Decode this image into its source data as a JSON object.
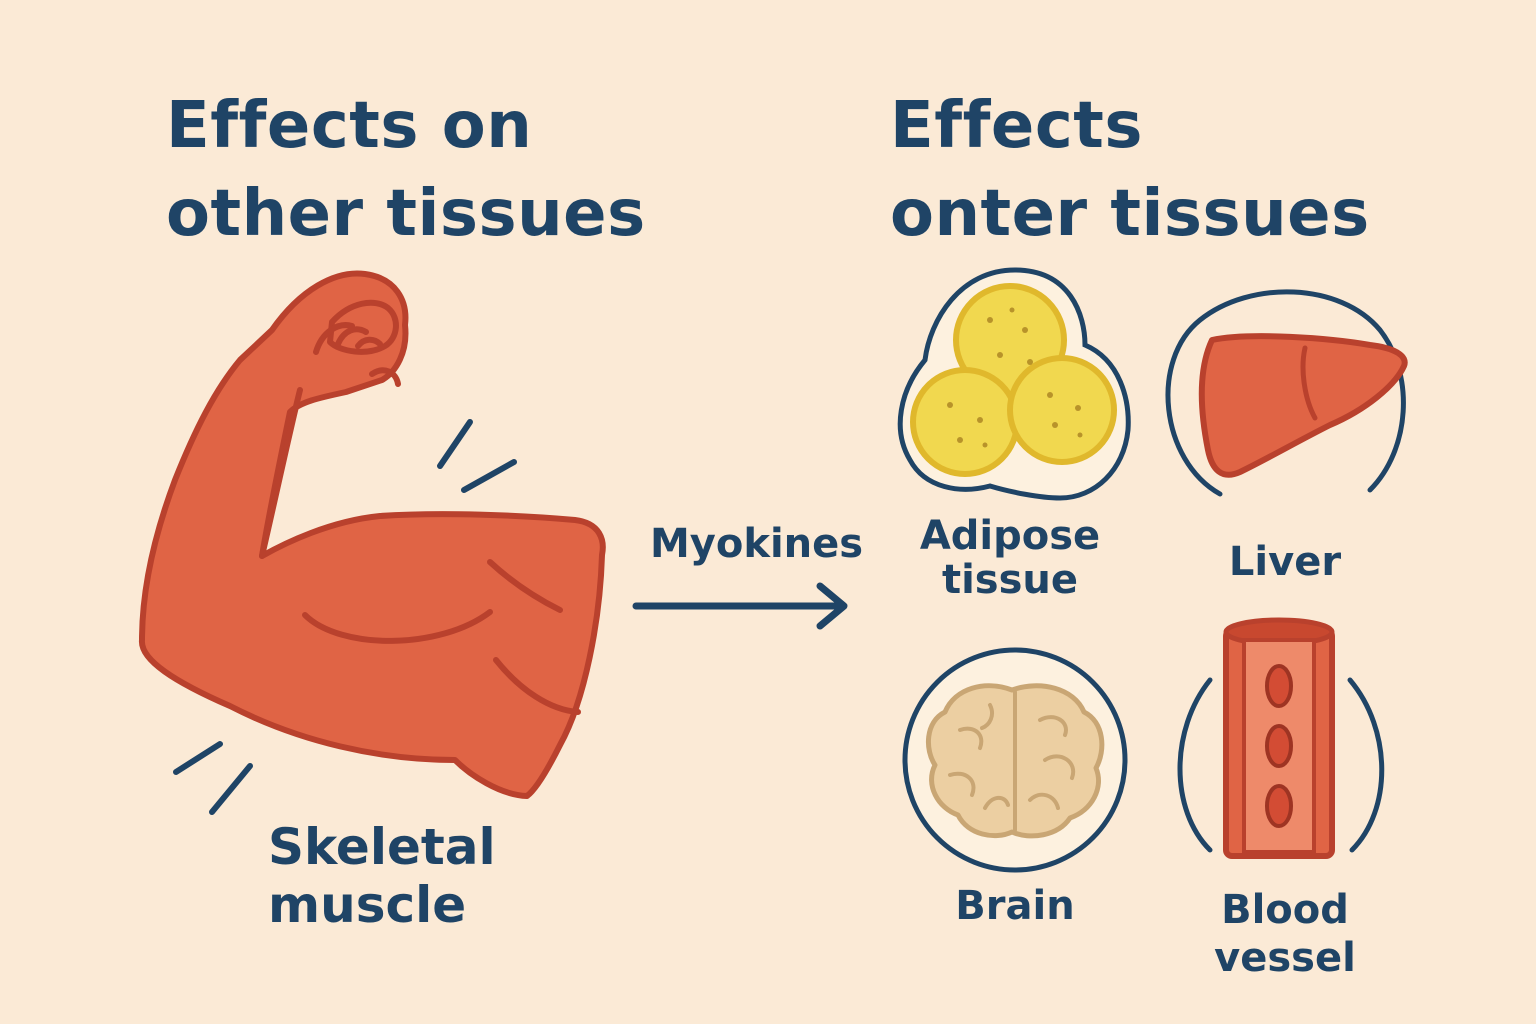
{
  "headings": {
    "left": [
      "Effects on",
      "other tissues"
    ],
    "right": [
      "Effects",
      "onter tissues"
    ]
  },
  "muscle": {
    "label": [
      "Skeletal",
      "muscle"
    ]
  },
  "arrow": {
    "label": "Myokines"
  },
  "targets": {
    "adipose": [
      "Adipose",
      "tissue"
    ],
    "liver": "Liver",
    "brain": "Brain",
    "vessel": [
      "Blood",
      "vessel"
    ]
  },
  "colors": {
    "background": "#fbead6",
    "text": "#1f4466",
    "muscle": "#e06445",
    "muscle_outline": "#b9412d",
    "fat": "#f1d84f",
    "fat_outline": "#e0b82c",
    "brain": "#eccfa2",
    "brain_outline": "#c9a674"
  },
  "icons": [
    "flexed-arm-icon",
    "arrow-right-icon",
    "fat-cells-icon",
    "liver-icon",
    "brain-icon",
    "blood-vessel-icon"
  ]
}
